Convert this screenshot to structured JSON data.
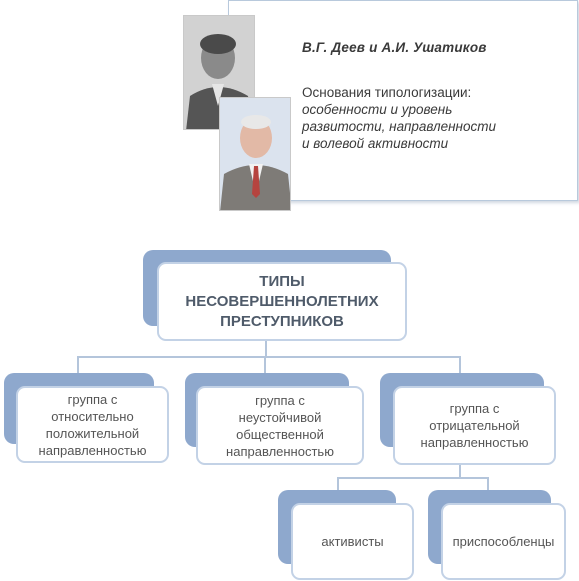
{
  "header": {
    "authors": "В.Г. Деев и А.И. Ушатиков",
    "subtitle_line1": "Основания типологизации:",
    "subtitle_line2": "особенности и уровень",
    "subtitle_line3": "развитости, направленности",
    "subtitle_line4": "и волевой активности"
  },
  "diagram": {
    "main": [
      "ТИПЫ",
      "НЕСОВЕРШЕННОЛЕТНИХ",
      "ПРЕСТУПНИКОВ"
    ],
    "group1": [
      "группа с",
      "относительно",
      "положительной",
      "направленностью"
    ],
    "group2": [
      "группа с",
      "неустойчивой",
      "общественной",
      "направленностью"
    ],
    "group3": [
      "группа с",
      "отрицательной",
      "направленностью"
    ],
    "sub1": "активисты",
    "sub2": "приспособленцы"
  }
}
